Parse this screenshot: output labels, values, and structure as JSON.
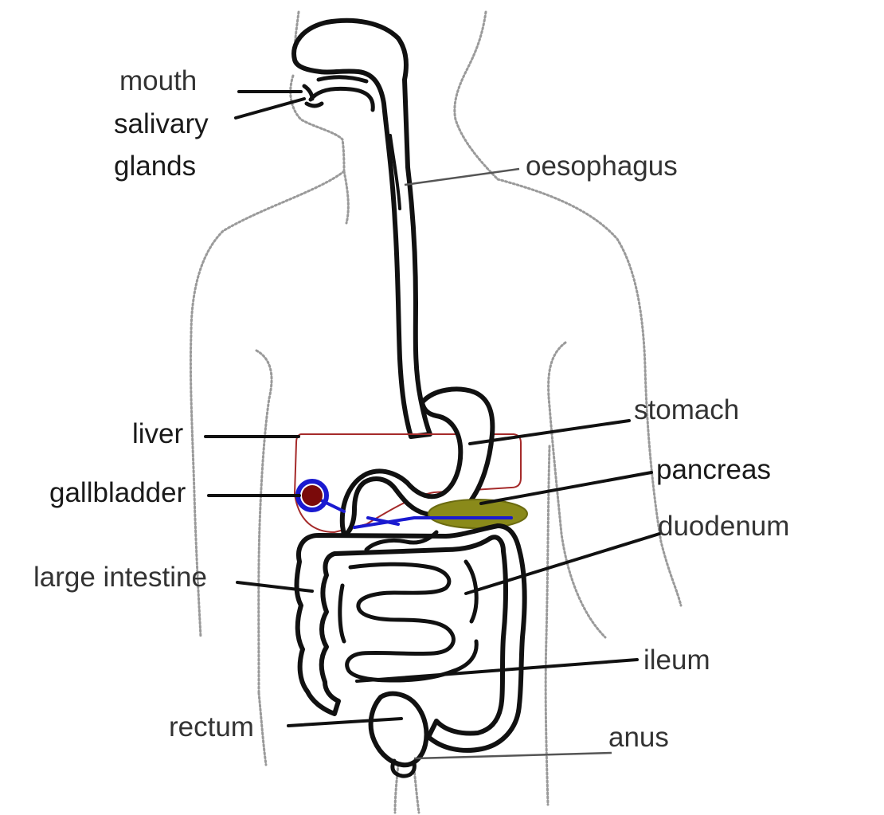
{
  "labels": {
    "mouth": "mouth",
    "salivary_line1": "salivary",
    "salivary_line2": "glands",
    "oesophagus": "oesophagus",
    "stomach": "stomach",
    "liver": "liver",
    "pancreas": "pancreas",
    "gallbladder": "gallbladder",
    "duodenum": "duodenum",
    "large_intestine": "large intestine",
    "ileum": "ileum",
    "rectum": "rectum",
    "anus": "anus"
  },
  "colors": {
    "liver_outline": "#a52a2a",
    "gallbladder_fill": "#7a0a0a",
    "gallbladder_ring": "#1a1ad0",
    "bile_duct": "#1a1ad0",
    "pancreas_fill": "#8a8a1a",
    "pancreas_stroke": "#6b6b10",
    "body_outline": "#9a9a9a"
  }
}
